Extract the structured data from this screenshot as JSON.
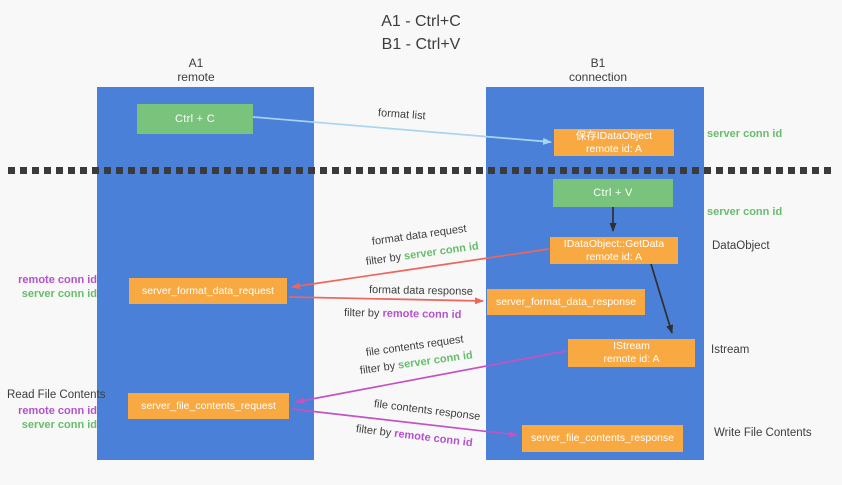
{
  "title": {
    "line1": "A1 - Ctrl+C",
    "line2": "B1 - Ctrl+V"
  },
  "columns": {
    "left": {
      "title": "A1",
      "subtitle": "remote"
    },
    "right": {
      "title": "B1",
      "subtitle": "connection"
    }
  },
  "boxes": {
    "ctrl_c": {
      "label": "Ctrl + C"
    },
    "ctrl_v": {
      "label": "Ctrl + V"
    },
    "save_dataobject": {
      "line1": "保存IDataObject",
      "line2": "remote id: A"
    },
    "getdata": {
      "line1": "IDataObject::GetData",
      "line2": "remote id: A"
    },
    "istream": {
      "line1": "IStream",
      "line2": "remote id: A"
    },
    "format_request": {
      "label": "server_format_data_request"
    },
    "format_response": {
      "label": "server_format_data_response"
    },
    "file_request": {
      "label": "server_file_contents_request"
    },
    "file_response": {
      "label": "server_file_contents_response"
    }
  },
  "arrow_labels": {
    "format_list": "format list",
    "format_data_request": "format data request",
    "format_data_response": "format data response",
    "file_contents_request": "file contents request",
    "file_contents_response": "file contents response",
    "filter_by": "filter by ",
    "server_conn_id": "server conn id",
    "remote_conn_id": "remote conn id"
  },
  "side_labels": {
    "server_conn_id": "server conn id",
    "remote_conn_id": "remote conn id",
    "dataobject": "DataObject",
    "istream": "Istream",
    "read_file_contents": "Read File Contents",
    "write_file_contents": "Write File Contents"
  },
  "colors": {
    "background": "#f8f8f8",
    "column_blue": "#4a80d8",
    "box_green": "#79c37c",
    "box_orange": "#f9a942",
    "arrow_lightblue": "#a9d5f0",
    "arrow_red": "#ed655c",
    "arrow_magenta": "#c353c3",
    "arrow_black": "#2f2f2f",
    "text_green": "#67bd6b",
    "text_purple": "#b352cd",
    "text_dark": "#3d3d3d",
    "dotted_line": "#3a3a3a"
  }
}
